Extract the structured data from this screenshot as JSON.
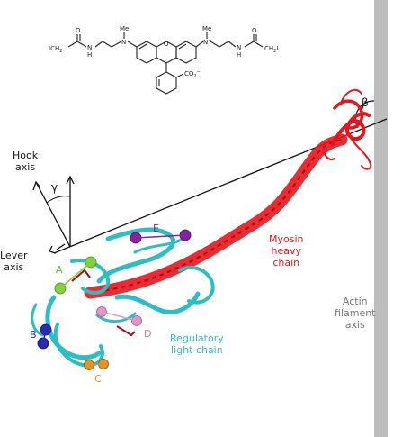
{
  "colors": {
    "heavy_chain": "#e8141b",
    "light_chain": "#2bbfc4",
    "axis_bar": "#bdbdbd",
    "site_A": "#7fd23c",
    "site_B": "#2a2ab4",
    "site_C": "#e6941f",
    "site_D": "#e496c8",
    "site_E": "#8a1fa0"
  },
  "labels": {
    "hook_axis": [
      "Hook",
      "axis"
    ],
    "lever_axis": [
      "Lever",
      "axis"
    ],
    "gamma": "γ",
    "beta": "β",
    "heavy_chain": [
      "Myosin",
      "heavy",
      "chain"
    ],
    "light_chain": [
      "Regulatory",
      "light chain"
    ],
    "actin_axis": [
      "Actin",
      "filament",
      "axis"
    ],
    "site_a": "A",
    "site_b": "B",
    "site_c": "C",
    "site_d": "D",
    "site_e": "E"
  },
  "structure": {
    "left_group": "ICH",
    "left_group_sub": "2",
    "methyl_left": "Me",
    "methyl_right": "Me",
    "n_left": "N",
    "n_right": "N",
    "n_right_charge": "+",
    "nh_left": "N",
    "nh_left_h": "H",
    "nh_right": "N",
    "nh_right_h": "H",
    "carbonyl_o_left": "O",
    "carbonyl_o_right": "O",
    "ring_o": "O",
    "carboxylate": "CO",
    "carboxylate_sub": "2",
    "carboxylate_charge": "−",
    "right_group": "CH",
    "right_group_sub": "2",
    "right_group_atom": "I"
  }
}
